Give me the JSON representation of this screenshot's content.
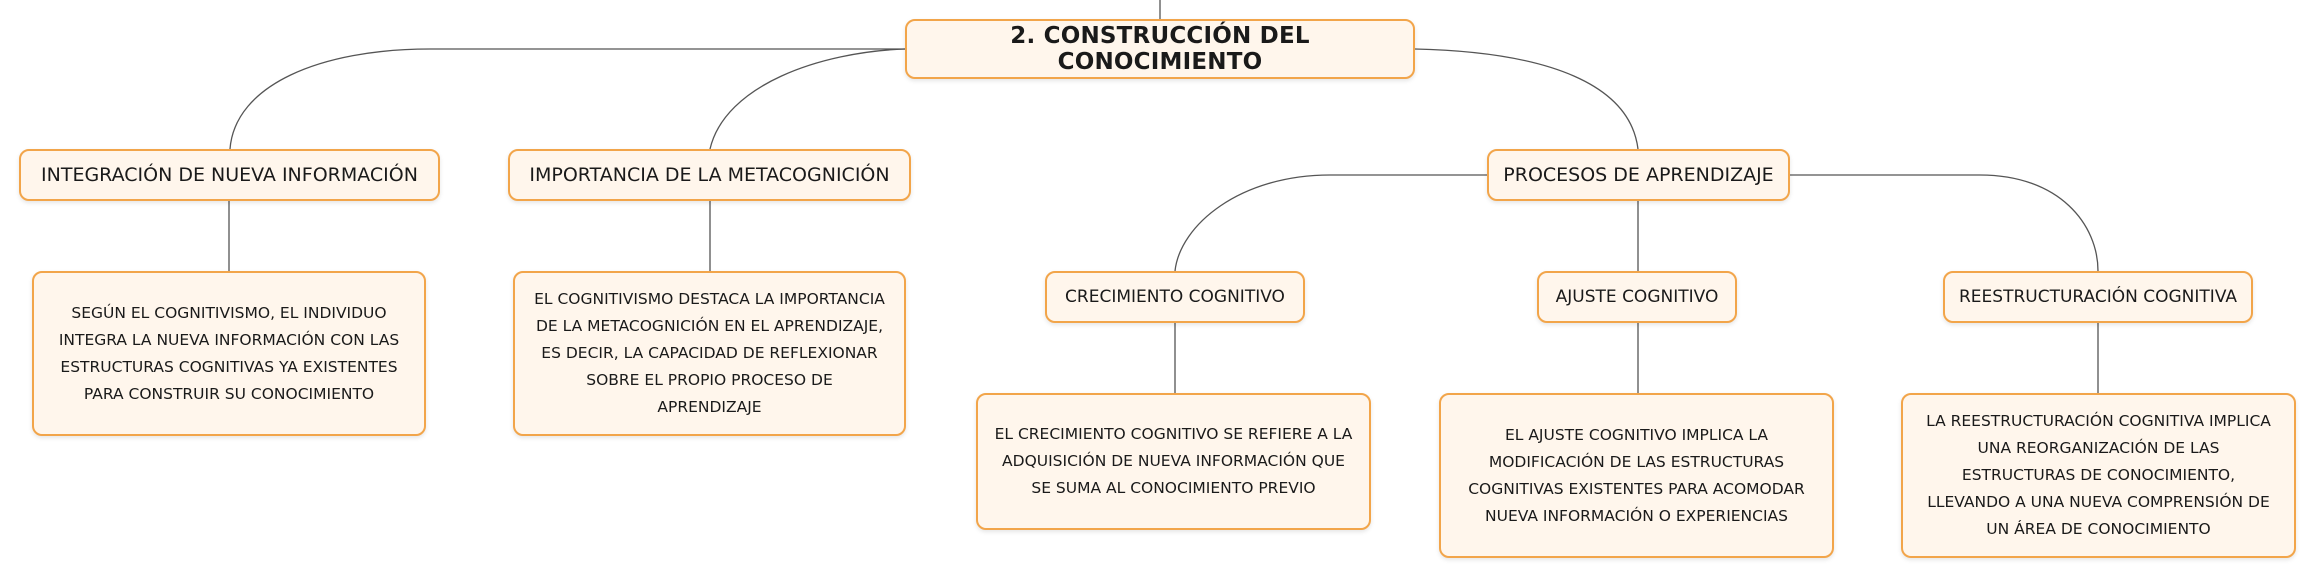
{
  "root": {
    "label": "2. CONSTRUCCIÓN DEL CONOCIMIENTO"
  },
  "branches": {
    "integracion": {
      "label": "INTEGRACIÓN DE NUEVA INFORMACIÓN",
      "description_lines": [
        "SEGÚN EL COGNITIVISMO, EL INDIVIDUO",
        "INTEGRA LA NUEVA INFORMACIÓN CON LAS",
        "ESTRUCTURAS COGNITIVAS YA EXISTENTES",
        "PARA CONSTRUIR SU CONOCIMIENTO"
      ]
    },
    "metacognicion": {
      "label": "IMPORTANCIA DE LA METACOGNICIÓN",
      "description_lines": [
        "EL COGNITIVISMO DESTACA LA IMPORTANCIA",
        "DE LA METACOGNICIÓN EN EL APRENDIZAJE,",
        "ES DECIR, LA CAPACIDAD DE REFLEXIONAR",
        "SOBRE EL PROPIO PROCESO DE",
        "APRENDIZAJE"
      ]
    },
    "procesos": {
      "label": "PROCESOS DE APRENDIZAJE",
      "children": {
        "crecimiento": {
          "label": "CRECIMIENTO COGNITIVO",
          "description_lines": [
            "EL CRECIMIENTO COGNITIVO SE REFIERE A LA",
            "ADQUISICIÓN DE NUEVA INFORMACIÓN QUE",
            "SE SUMA AL CONOCIMIENTO PREVIO"
          ]
        },
        "ajuste": {
          "label": "AJUSTE COGNITIVO",
          "description_lines": [
            "EL AJUSTE COGNITIVO IMPLICA LA",
            "MODIFICACIÓN DE LAS ESTRUCTURAS",
            "COGNITIVAS EXISTENTES PARA ACOMODAR",
            "NUEVA INFORMACIÓN O EXPERIENCIAS"
          ]
        },
        "reestructuracion": {
          "label": "REESTRUCTURACIÓN COGNITIVA",
          "description_lines": [
            "LA REESTRUCTURACIÓN COGNITIVA IMPLICA",
            "UNA REORGANIZACIÓN DE LAS",
            "ESTRUCTURAS DE CONOCIMIENTO,",
            "LLEVANDO A UNA NUEVA COMPRENSIÓN DE",
            "UN ÁREA DE CONOCIMIENTO"
          ]
        }
      }
    }
  },
  "colors": {
    "node_border": "#f2a54a",
    "node_fill": "#fff6ec",
    "connector": "#555555"
  }
}
